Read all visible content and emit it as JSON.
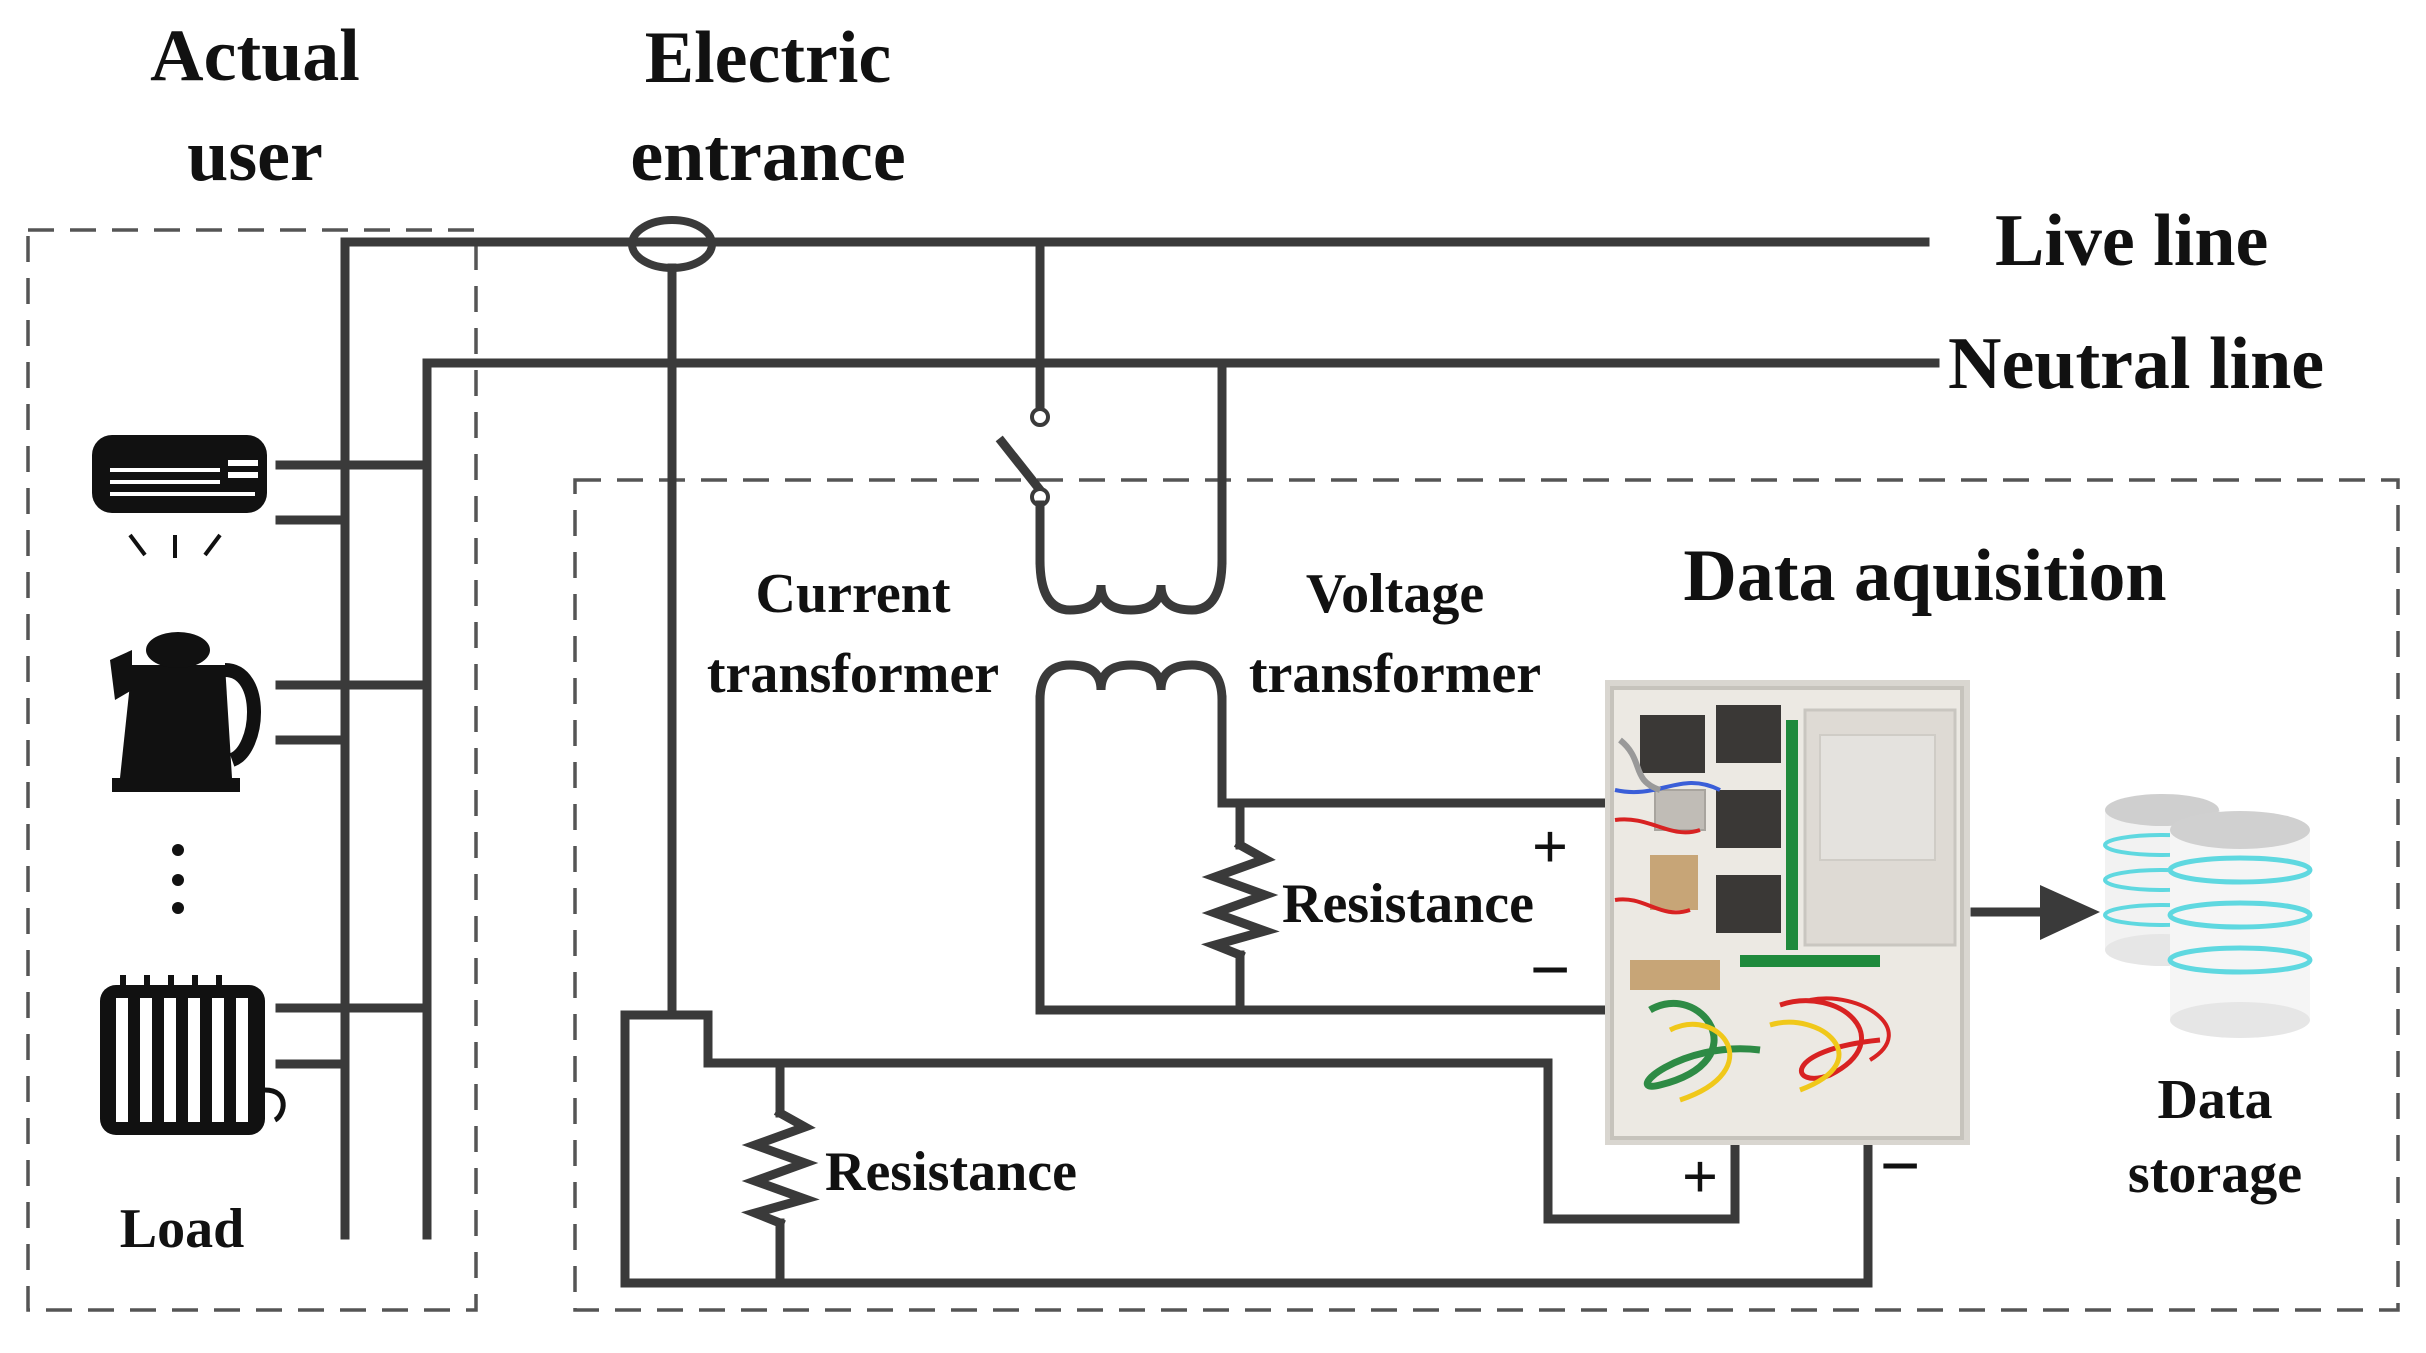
{
  "labels": {
    "actual_user_line1": "Actual",
    "actual_user_line2": "user",
    "electric_entrance_line1": "Electric",
    "electric_entrance_line2": "entrance",
    "live_line": "Live line",
    "neutral_line": "Neutral line",
    "current_transformer_line1": "Current",
    "current_transformer_line2": "transformer",
    "voltage_transformer_line1": "Voltage",
    "voltage_transformer_line2": "transformer",
    "data_acquisition": "Data aquisition",
    "resistance_upper": "Resistance",
    "resistance_lower": "Resistance",
    "plus_upper": "+",
    "minus_upper": "−",
    "plus_lower": "+",
    "minus_lower": "−",
    "load": "Load",
    "data_storage_line1": "Data",
    "data_storage_line2": "storage"
  },
  "icons": [
    "air-conditioner-icon",
    "kettle-icon",
    "vertical-ellipsis-icon",
    "radiator-heater-icon",
    "database-icon",
    "arrow-right-icon"
  ],
  "colors": {
    "wire": "#3a3a3a",
    "text": "#111111",
    "dash": "#555555",
    "db_glow": "#5fd8e0"
  }
}
